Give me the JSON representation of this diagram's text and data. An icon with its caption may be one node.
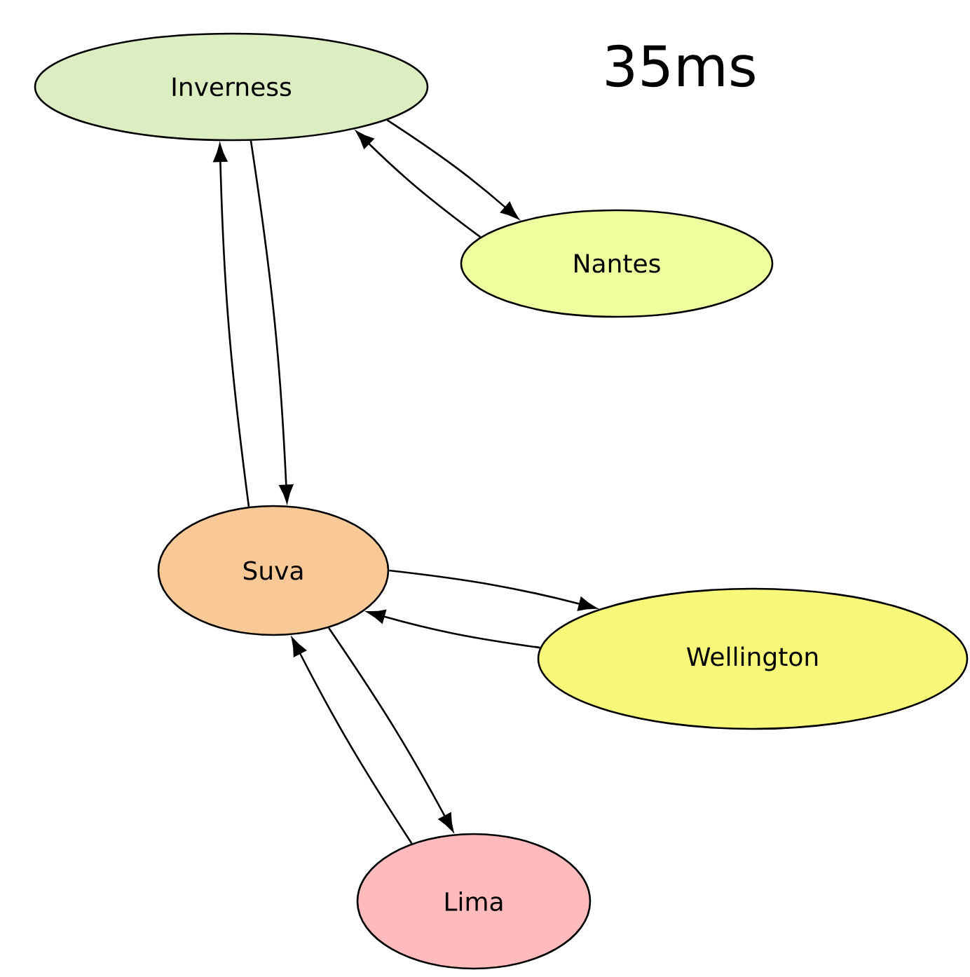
{
  "diagram": {
    "title": "35ms",
    "nodes": [
      {
        "text": [
          "Inverness"
        ]
      },
      {
        "text": [
          "Nantes"
        ]
      },
      {
        "text": [
          "Suva"
        ]
      },
      {
        "text": [
          "Wellington"
        ]
      },
      {
        "text": [
          "Lima"
        ]
      }
    ],
    "edges": [
      {
        "from": 0,
        "to": 1,
        "arrow": "to"
      },
      {
        "from": 1,
        "to": 0,
        "arrow": "to"
      },
      {
        "from": 2,
        "to": 0,
        "arrow": "to"
      },
      {
        "from": 0,
        "to": 2,
        "arrow": "to"
      },
      {
        "from": 2,
        "to": 3,
        "arrow": "to"
      },
      {
        "from": 3,
        "to": 2,
        "arrow": "to"
      },
      {
        "from": 2,
        "to": 4,
        "arrow": "to"
      },
      {
        "from": 4,
        "to": 2,
        "arrow": "to"
      }
    ]
  }
}
